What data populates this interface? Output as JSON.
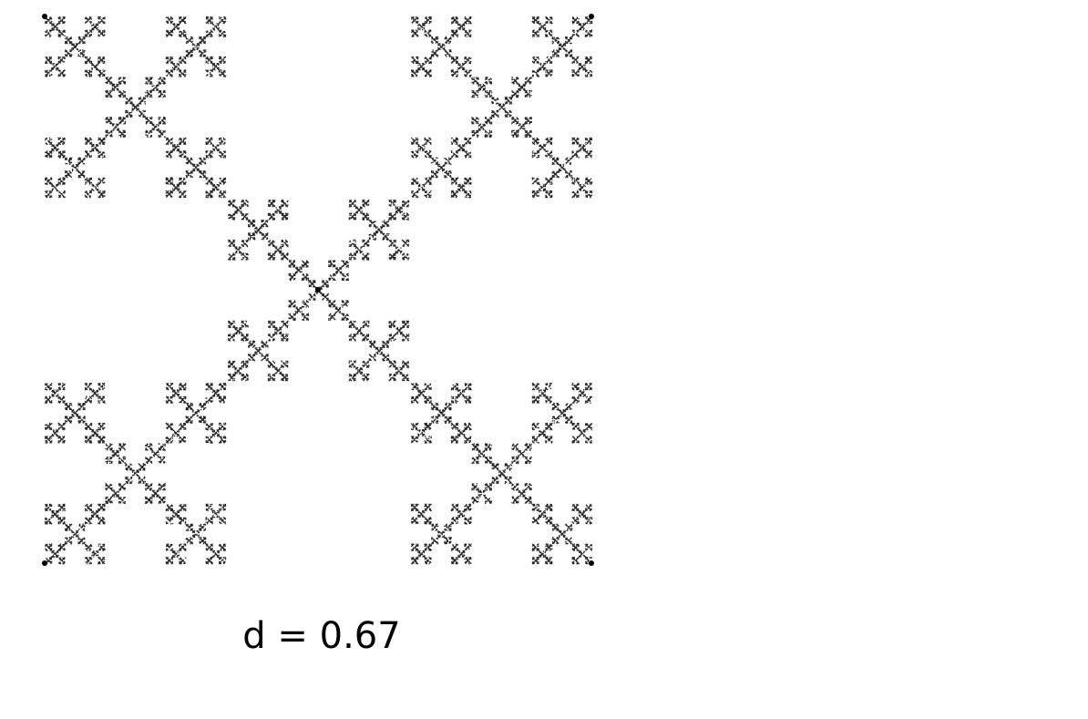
{
  "diagram": {
    "type": "chaos-game-fractal",
    "label": "d = 0.67",
    "ratio": 0.67,
    "vertices": [
      "top-left",
      "top-right",
      "bottom-left",
      "bottom-right",
      "center"
    ],
    "point_color": "#000000",
    "background_color": "#ffffff"
  }
}
